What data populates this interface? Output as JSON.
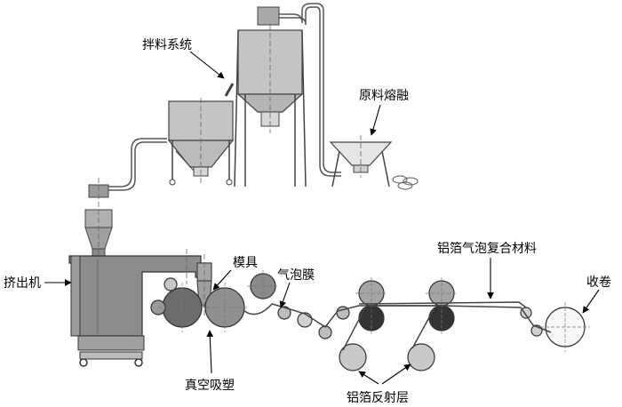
{
  "labels": {
    "mixing_system": "拌料系统",
    "raw_melt": "原料熔融",
    "extruder": "挤出机",
    "die": "模具",
    "bubble_film": "气泡膜",
    "vacuum_forming": "真空吸塑",
    "al_foil_reflective": "铝箔反射层",
    "composite_material": "铝箔气泡复合材料",
    "winding": "收卷"
  },
  "colors": {
    "machine_fill": "#8c8c8c",
    "machine_dark": "#6f6f6f",
    "tank_fill": "#c4c4c4",
    "roller_dark": "#3a3a3a",
    "roller_light": "#bdbdbd",
    "line": "#333333"
  }
}
